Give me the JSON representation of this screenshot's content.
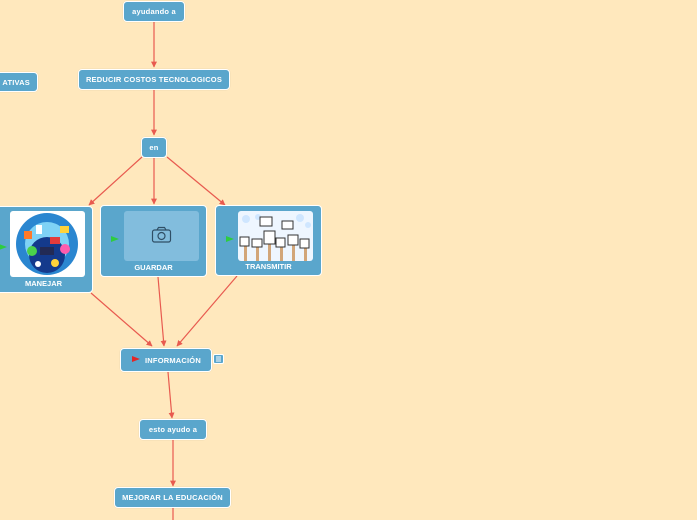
{
  "colors": {
    "background": "#ffe8bd",
    "node_fill": "#5aa6cc",
    "edge": "#e85a4f",
    "flag_green": "#2ecc40",
    "flag_red": "#e32626"
  },
  "nodes": {
    "ayudando": "ayudando a",
    "reducir": "REDUCIR COSTOS TECNOLOGICOS",
    "ativas": "ATIVAS",
    "en": "en",
    "manejar": "MANEJAR",
    "guardar": "GUARDAR",
    "transmitir": "TRANSMITIR",
    "informacion": "INFORMACIÓN",
    "esto": "esto ayudo a",
    "mejorar": "MEJORAR LA EDUCACIÓN"
  },
  "icons": {
    "manejar_flag": "green-flag-icon",
    "guardar_flag": "green-flag-icon",
    "transmitir_flag": "green-flag-icon",
    "informacion_flag": "red-flag-icon",
    "guardar_placeholder": "camera-icon",
    "informacion_notes": "notes-icon"
  }
}
